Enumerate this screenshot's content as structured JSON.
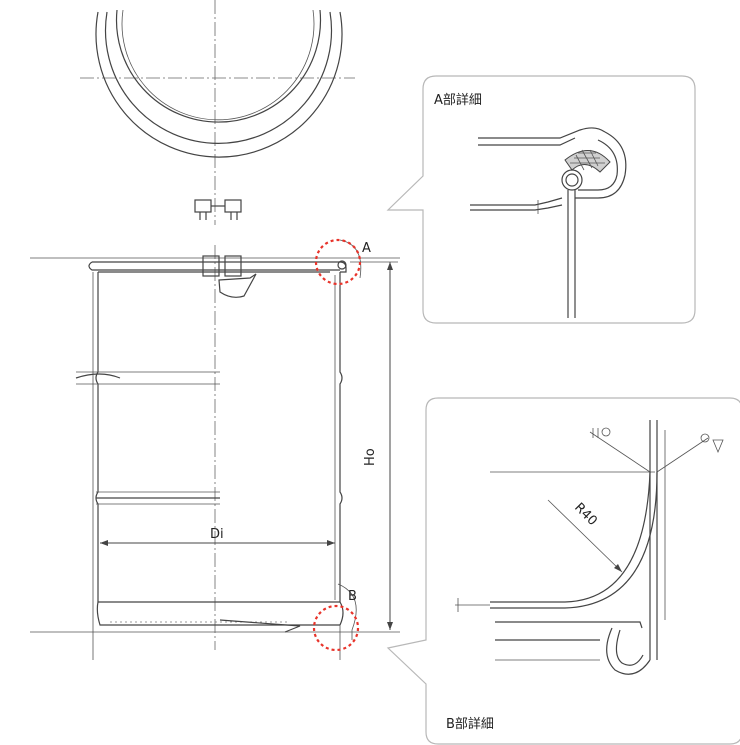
{
  "labels": {
    "marker_a": "A",
    "marker_b": "B",
    "dim_di": "Di",
    "dim_ho": "Ho",
    "detail_radius": "R40"
  },
  "panels": {
    "detail_a_title": "A部詳細",
    "detail_b_title": "B部詳細"
  },
  "colors": {
    "line": "#444444",
    "highlight_circle": "#e8332a",
    "panel_border": "#b8b8b8"
  }
}
